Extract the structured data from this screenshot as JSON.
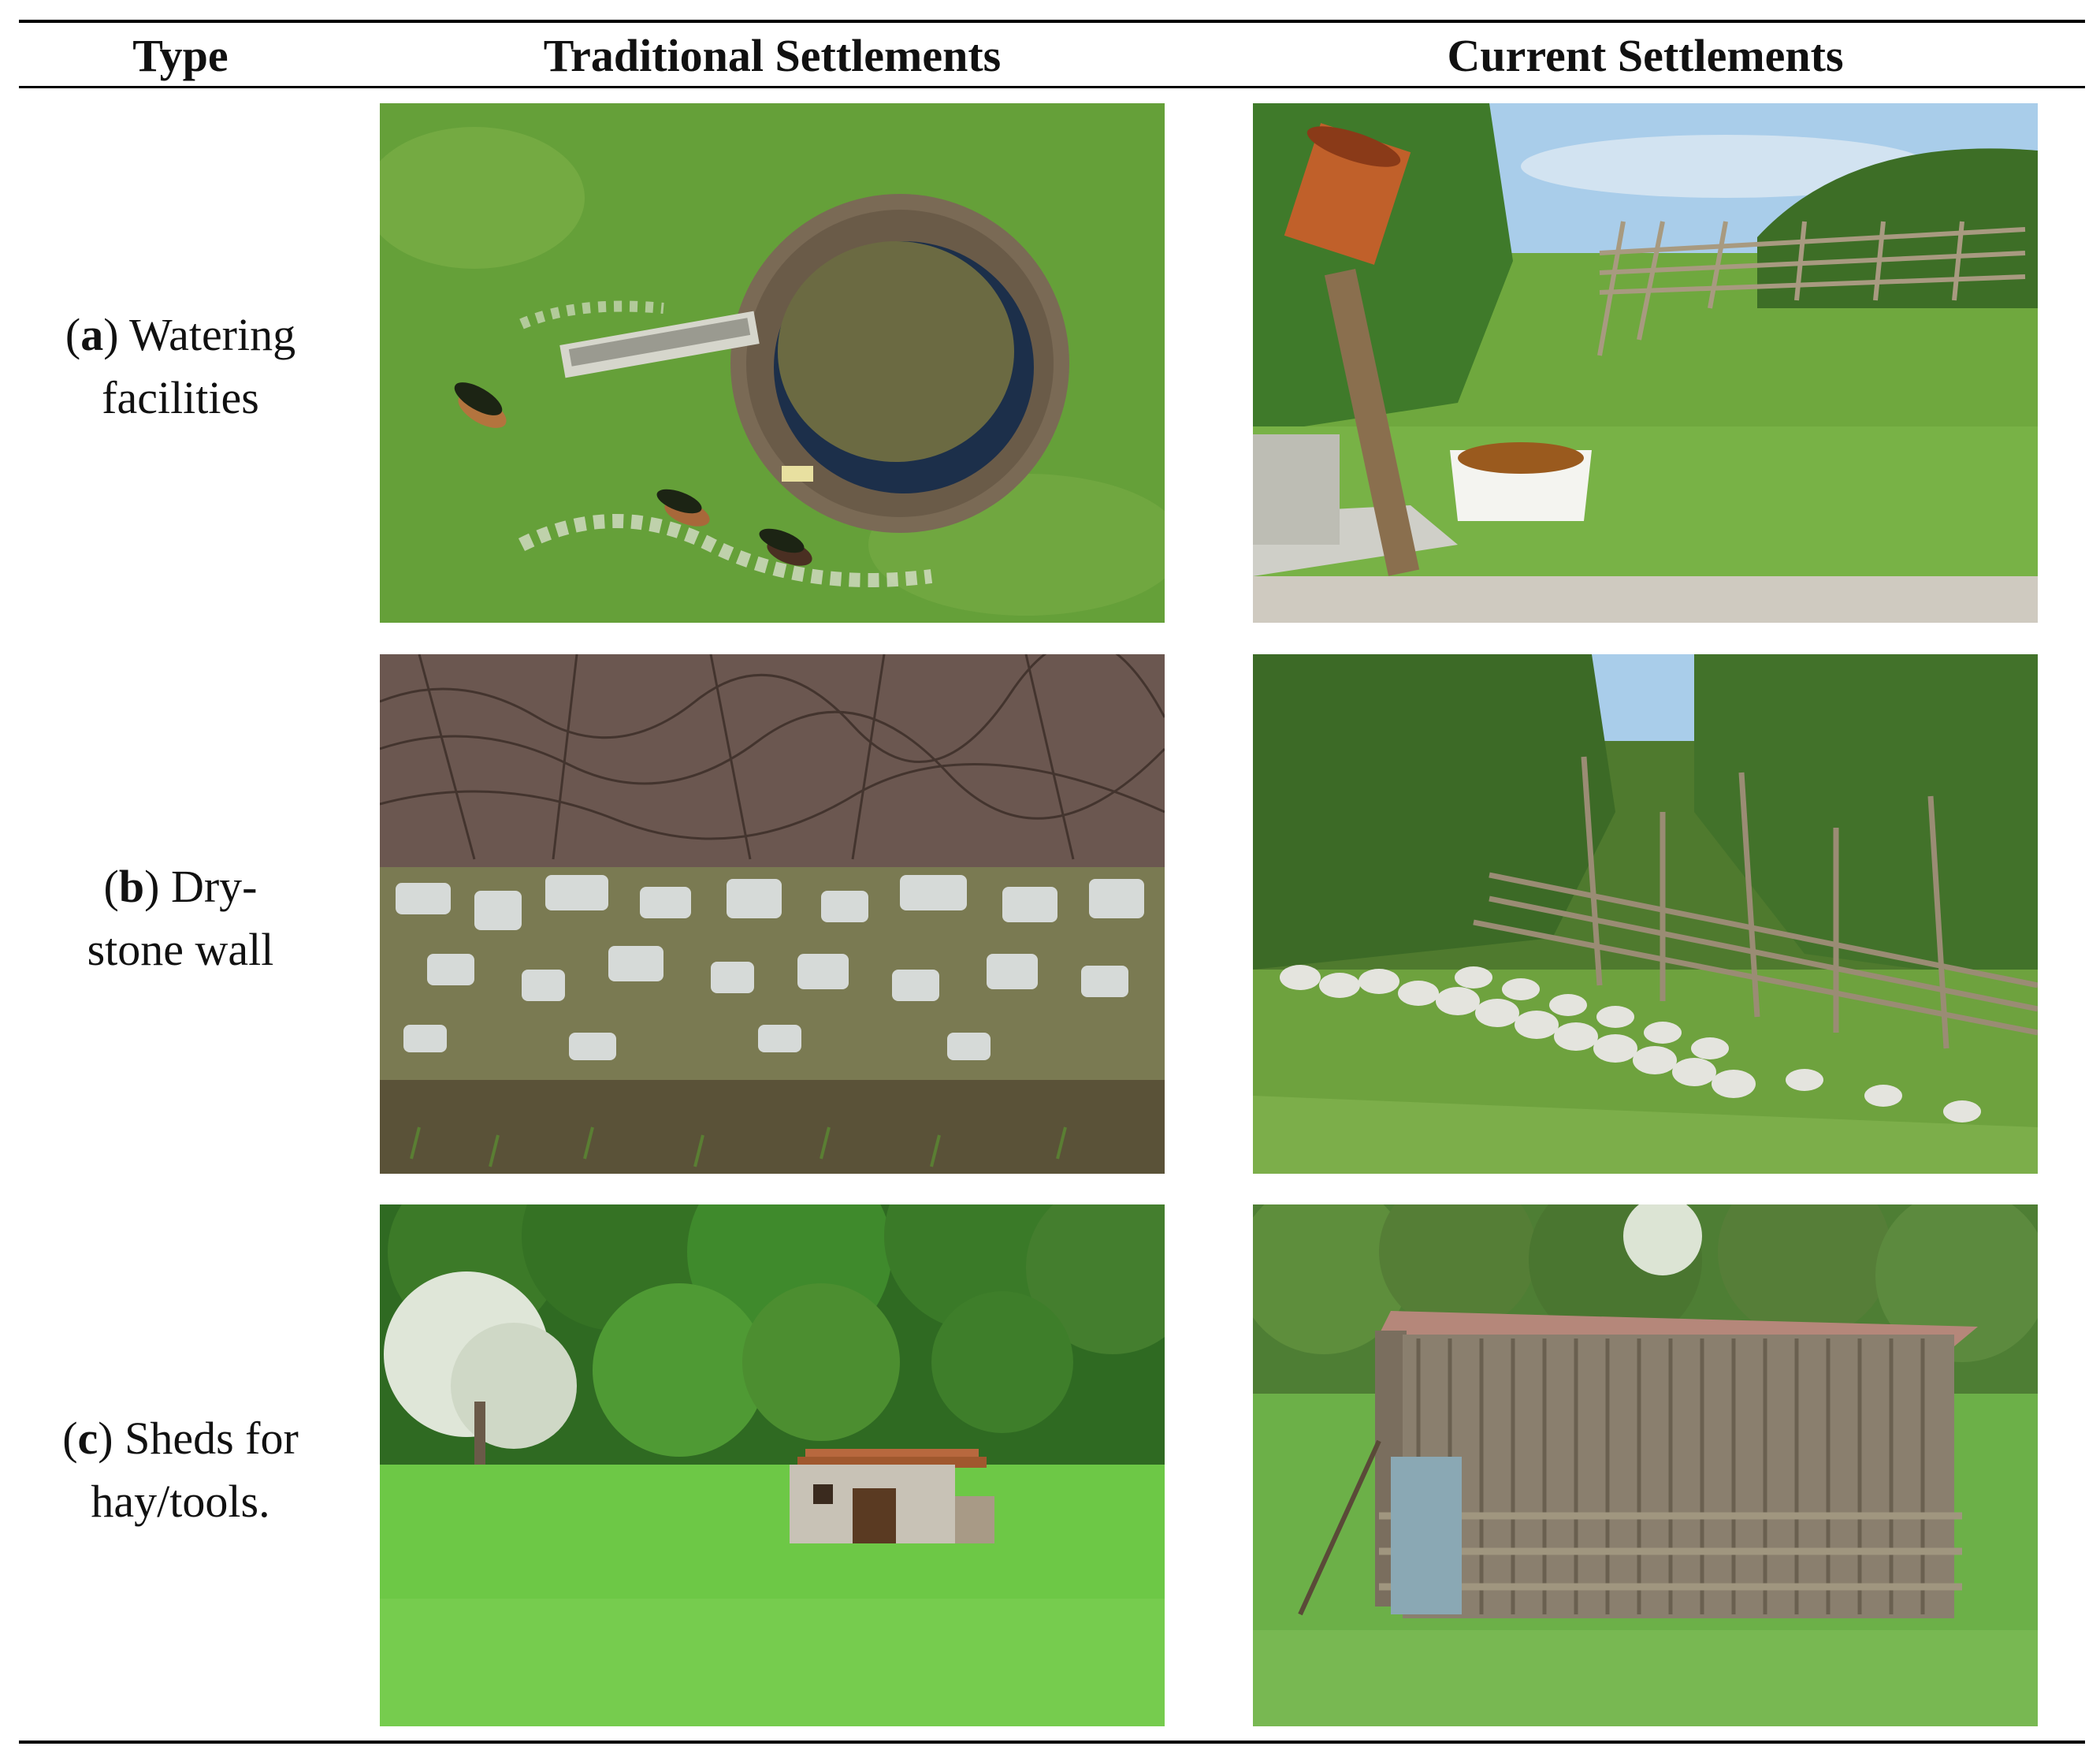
{
  "table": {
    "headers": [
      "Type",
      "Traditional Settlements",
      "Current Settlements"
    ],
    "rows": [
      {
        "letter": "a",
        "label_line1_rest": " Watering",
        "label_line2": "facilities",
        "traditional_image": "aerial-pond-watering-photo",
        "current_image": "bathtub-trough-fence-photo"
      },
      {
        "letter": "b",
        "label_line1_rest": " Dry-",
        "label_line2": "stone wall",
        "traditional_image": "mossy-dry-stone-wall-photo",
        "current_image": "white-stone-wall-wooden-fence-photo"
      },
      {
        "letter": "c",
        "label_line1_rest": " Sheds for",
        "label_line2": "hay/tools.",
        "traditional_image": "stone-shed-meadow-photo",
        "current_image": "wooden-hay-shed-photo"
      }
    ]
  },
  "colors": {
    "grass": "#6aa43c",
    "sky": "#a9cdea",
    "stone": "#d8d8d2",
    "moss": "#6e7a2e",
    "rust": "#c0602a",
    "wood": "#8a7a66"
  }
}
